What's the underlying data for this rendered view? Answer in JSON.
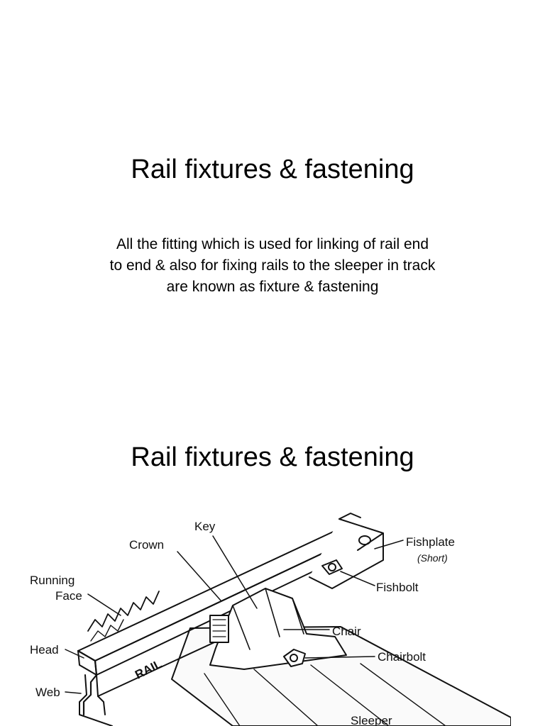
{
  "slides": [
    {
      "title": "Rail fixtures & fastening",
      "body_lines": [
        "All the fitting which is used for linking of rail end",
        "to end & also for fixing rails to the sleeper in track",
        "are known as fixture & fastening"
      ]
    },
    {
      "title": "Rail fixtures & fastening",
      "figure_labels": {
        "key": "Key",
        "crown": "Crown",
        "running_face_1": "Running",
        "running_face_2": "Face",
        "head": "Head",
        "web": "Web",
        "fishplate": "Fishplate",
        "fishplate_note": "(Short)",
        "fishbolt": "Fishbolt",
        "chair": "Chair",
        "chairbolt": "Chairbolt",
        "rail": "RAIL",
        "sleeper": "Sleeper"
      }
    }
  ]
}
